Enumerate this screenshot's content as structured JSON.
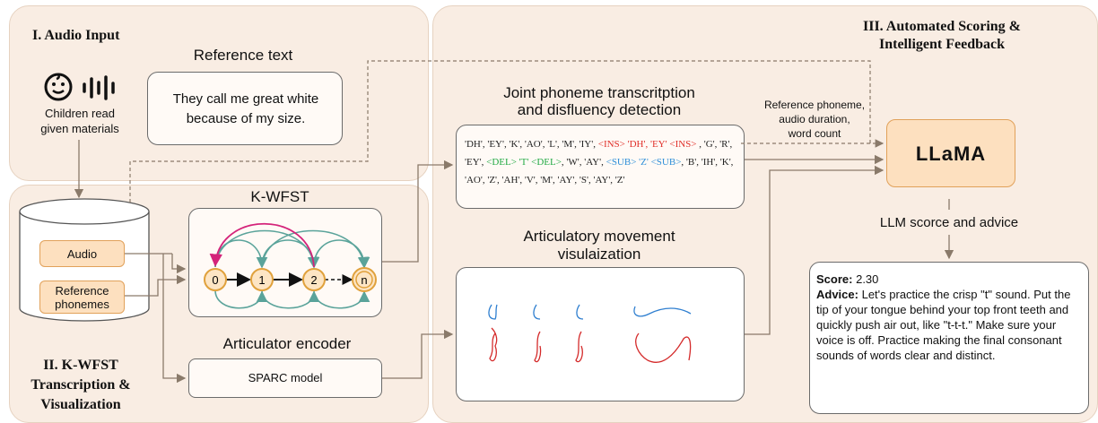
{
  "panel1": {
    "title": "I. Audio Input",
    "reference_title": "Reference text",
    "reference_text": "They call me great white because of my size.",
    "icon_caption_line1": "Children read",
    "icon_caption_line2": "given materials"
  },
  "panel2": {
    "title_line1": "II. K-WFST",
    "title_line2": "Transcription &",
    "title_line3": "Visualization",
    "audio_label": "Audio",
    "ref_phonemes_line1": "Reference",
    "ref_phonemes_line2": "phonemes",
    "kwfst_title": "K-WFST",
    "states": [
      "0",
      "1",
      "2",
      "n"
    ],
    "encoder_title": "Articulator encoder",
    "sparc_label": "SPARC model"
  },
  "panel3": {
    "title_line1": "III. Automated Scoring &",
    "title_line2": "Intelligent Feedback",
    "joint_title_line1": "Joint phoneme transcritption",
    "joint_title_line2": "and disfluency detection",
    "phoneme_tokens": [
      {
        "t": "'DH', 'EY', 'K', 'AO', 'L', 'M', 'IY', ",
        "c": ""
      },
      {
        "t": "<INS> 'DH', 'EY' <INS>",
        "c": "ins"
      },
      {
        "t": " , 'G', 'R', 'EY', ",
        "c": ""
      },
      {
        "t": "<DEL> 'T' <DEL>",
        "c": "del"
      },
      {
        "t": ", 'W', 'AY', ",
        "c": ""
      },
      {
        "t": "<SUB> 'Z' <SUB>",
        "c": "sub"
      },
      {
        "t": ", 'B', 'IH', 'K', 'AO', 'Z', 'AH', 'V', 'M', 'AY', 'S', 'AY', 'Z'",
        "c": ""
      }
    ],
    "ref_info_line1": "Reference phoneme,",
    "ref_info_line2": "audio duration,",
    "ref_info_line3": "word count",
    "llama_label": "LLaMA",
    "llm_output_label": "LLM scorce and advice",
    "artic_title_line1": "Articulatory movement",
    "artic_title_line2": "visulaization",
    "score_label": "Score:",
    "score_value": "2.30",
    "advice_label": "Advice:",
    "advice_text": "Let's practice the crisp \"t\" sound. Put the tip of your tongue behind your top front teeth and quickly push air out, like \"t-t-t.\" Make sure your voice is off. Practice making the final consonant sounds of words clear and distinct."
  },
  "colors": {
    "panel_bg": "#f9ede3",
    "accent_orange": "#fde0bf",
    "state_fill": "#fde5c4",
    "arc_teal": "#5aa39a",
    "arc_magenta": "#d4237a",
    "ins": "#e0302a",
    "del": "#22aa44",
    "sub": "#2f8fd8",
    "tongue_blue": "#2f7fd0",
    "tongue_red": "#d42a2a"
  }
}
